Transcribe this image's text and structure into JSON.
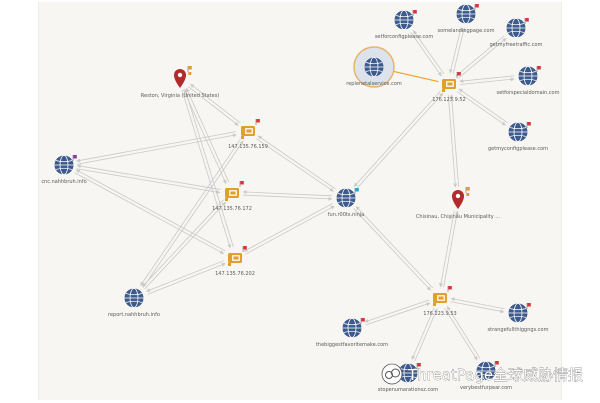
{
  "colors": {
    "edge": "#c9c9c9",
    "globe": "#3c5a8c",
    "ip_icon": "#e0a02a",
    "location_pin": "#b22a2a",
    "flag_red": "#d9343b",
    "flag_blue": "#2a9fd8",
    "flag_purple": "#8a3aa0",
    "flag_orange": "#e0a02a",
    "highlight_ring": "#e8b36a",
    "highlight_edge": "#f0a030"
  },
  "nodes": [
    {
      "id": "setforconfig",
      "kind": "domain",
      "label": "setforconfigplease.com",
      "flag": "red"
    },
    {
      "id": "somelanding",
      "kind": "domain",
      "label": "somelandingpage.com",
      "flag": "red"
    },
    {
      "id": "getmyfree",
      "kind": "domain",
      "label": "getmyfreetraffic.com",
      "flag": "red"
    },
    {
      "id": "replenital",
      "kind": "domain",
      "label": "replenetalservice.com",
      "flag": "",
      "highlight": true
    },
    {
      "id": "setforspecial",
      "kind": "domain",
      "label": "setforspecialdomain.com",
      "flag": "red"
    },
    {
      "id": "getmyconfig",
      "kind": "domain",
      "label": "getmyconfigplease.com",
      "flag": "red"
    },
    {
      "id": "ip52",
      "kind": "ip",
      "label": "176.123.9.52",
      "flag": "red"
    },
    {
      "id": "reston",
      "kind": "location",
      "label": "Reston, Virginia (United States)",
      "flag": "green"
    },
    {
      "id": "ip159",
      "kind": "ip",
      "label": "147.135.76.159",
      "flag": "red"
    },
    {
      "id": "cnc",
      "kind": "domain",
      "label": "cnc.nahhbruh.info",
      "flag": "purple"
    },
    {
      "id": "ip172",
      "kind": "ip",
      "label": "147.135.76.172",
      "flag": "red"
    },
    {
      "id": "funr00t",
      "kind": "domain",
      "label": "fun.r00ts.ninja",
      "flag": "blue"
    },
    {
      "id": "chisinau",
      "kind": "location",
      "label": "Chisinau, Chişinău Municipality ...",
      "flag": "green"
    },
    {
      "id": "ip202",
      "kind": "ip",
      "label": "147.135.76.202",
      "flag": "red"
    },
    {
      "id": "report",
      "kind": "domain",
      "label": "report.nahhbruh.info",
      "flag": ""
    },
    {
      "id": "ip53",
      "kind": "ip",
      "label": "176.123.9.53",
      "flag": "red"
    },
    {
      "id": "strangeful",
      "kind": "domain",
      "label": "strangefullthiggngs.com",
      "flag": "red"
    },
    {
      "id": "biggest",
      "kind": "domain",
      "label": "thebiggestfavoritemake.com",
      "flag": "red"
    },
    {
      "id": "stopenum",
      "kind": "domain",
      "label": "stopenumarationsz.com",
      "flag": "red"
    },
    {
      "id": "verybest",
      "kind": "domain",
      "label": "verybestfurpear.com",
      "flag": "red"
    }
  ],
  "edges": [
    {
      "from": "ip52",
      "to": "setforconfig"
    },
    {
      "from": "ip52",
      "to": "somelanding"
    },
    {
      "from": "ip52",
      "to": "getmyfree"
    },
    {
      "from": "ip52",
      "to": "replenital",
      "highlight": true
    },
    {
      "from": "ip52",
      "to": "setforspecial"
    },
    {
      "from": "ip52",
      "to": "getmyconfig"
    },
    {
      "from": "ip52",
      "to": "chisinau"
    },
    {
      "from": "ip52",
      "to": "funr00t"
    },
    {
      "from": "ip159",
      "to": "reston"
    },
    {
      "from": "ip172",
      "to": "reston"
    },
    {
      "from": "ip202",
      "to": "reston"
    },
    {
      "from": "cnc",
      "to": "ip159"
    },
    {
      "from": "cnc",
      "to": "ip172"
    },
    {
      "from": "cnc",
      "to": "ip202"
    },
    {
      "from": "ip159",
      "to": "funr00t"
    },
    {
      "from": "ip172",
      "to": "funr00t"
    },
    {
      "from": "ip202",
      "to": "funr00t"
    },
    {
      "from": "ip159",
      "to": "report"
    },
    {
      "from": "ip172",
      "to": "report"
    },
    {
      "from": "ip202",
      "to": "report"
    },
    {
      "from": "funr00t",
      "to": "ip53"
    },
    {
      "from": "ip53",
      "to": "chisinau"
    },
    {
      "from": "ip53",
      "to": "strangeful"
    },
    {
      "from": "ip53",
      "to": "biggest"
    },
    {
      "from": "ip53",
      "to": "stopenum"
    },
    {
      "from": "ip53",
      "to": "verybest"
    }
  ],
  "watermark": {
    "text": "ThreatPage全球威胁情报"
  }
}
